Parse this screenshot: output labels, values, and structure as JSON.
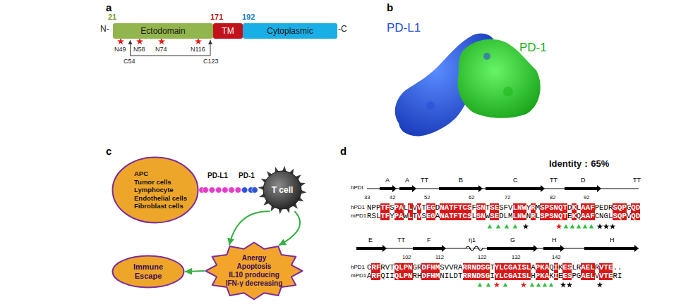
{
  "diagram": {
    "nodes": [
      {
        "text": [
          "Ectodomain"
        ]
      },
      {
        "text": [
          "TM"
        ]
      },
      {
        "text": [
          "Cytoplasmic"
        ]
      },
      {
        "text": [
          "APC",
          "Tumor cells",
          "Lymphocyte",
          "Endothelial cells",
          "Fibroblast cells"
        ]
      },
      {
        "text": [
          "T cell"
        ]
      },
      {
        "text": [
          "Anergy",
          "Apoptosis",
          "IL10 producing",
          "IFN-γ decreasing"
        ]
      },
      {
        "text": [
          "Immune Escape"
        ]
      }
    ],
    "edges": [
      {
        "from": 3,
        "to": 4,
        "arrow": "none"
      },
      {
        "from": 4,
        "to": 5,
        "arrow": "to"
      },
      {
        "from": 4,
        "to": 5,
        "arrow": "to"
      },
      {
        "from": 5,
        "to": 6,
        "arrow": "to"
      }
    ],
    "labels": [
      "a",
      "b",
      "c",
      "d",
      "N-",
      "-C",
      "21",
      "171",
      "192",
      "N49",
      "N58",
      "N74",
      "N116",
      "C54",
      "C123",
      "PD-L1",
      "PD-1",
      "PD-L1",
      "PD-1",
      "Identity：65%",
      "A",
      "A",
      "TT",
      "B",
      "C",
      "TT",
      "D",
      "TT",
      "hPDI",
      "33",
      "42",
      "52",
      "62",
      "72",
      "82",
      "92",
      "hPD1",
      "NPPTFSPALLVVTEGDNATFTCSFSNTSESFVLNWYRMSPSNQTDKLAAFPEDRSQPGQD",
      "mPD1",
      "RSLTFYPAWLTVSEGANATFTCSLSNWSEDLMLNWNRLSPSNQTEKQAAFCNGLSQPVQD",
      "E",
      "TT",
      "F",
      "η1",
      "G",
      "H",
      "H",
      "102",
      "112",
      "122",
      "132",
      "142",
      "hPD1",
      "CRFRVTQLPNGRDFHMSVVRARRNDSGTYLCGAISLAPKAQIKESLRAELRVTE..",
      "mPD1",
      "ARFQIIQLPNRHDFHMNILDTRRNDSGIYLCGAISLHPKAKIEESPGAELVVTERI"
    ]
  }
}
